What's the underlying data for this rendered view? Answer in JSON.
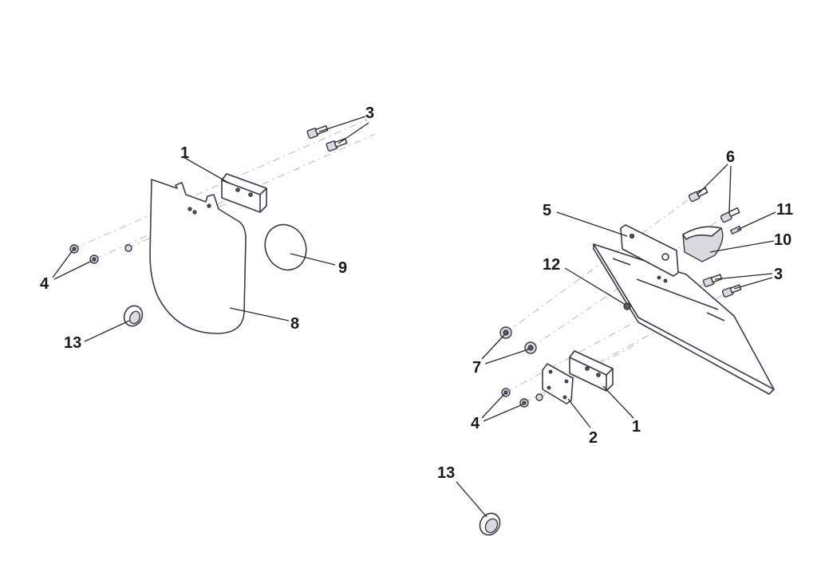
{
  "callouts": {
    "left_1": "1",
    "left_3": "3",
    "left_4": "4",
    "left_8": "8",
    "left_9": "9",
    "left_13": "13",
    "right_1": "1",
    "right_2": "2",
    "right_3": "3",
    "right_4": "4",
    "right_5": "5",
    "right_6": "6",
    "right_7": "7",
    "right_10": "10",
    "right_11": "11",
    "right_12": "12",
    "right_13": "13"
  }
}
